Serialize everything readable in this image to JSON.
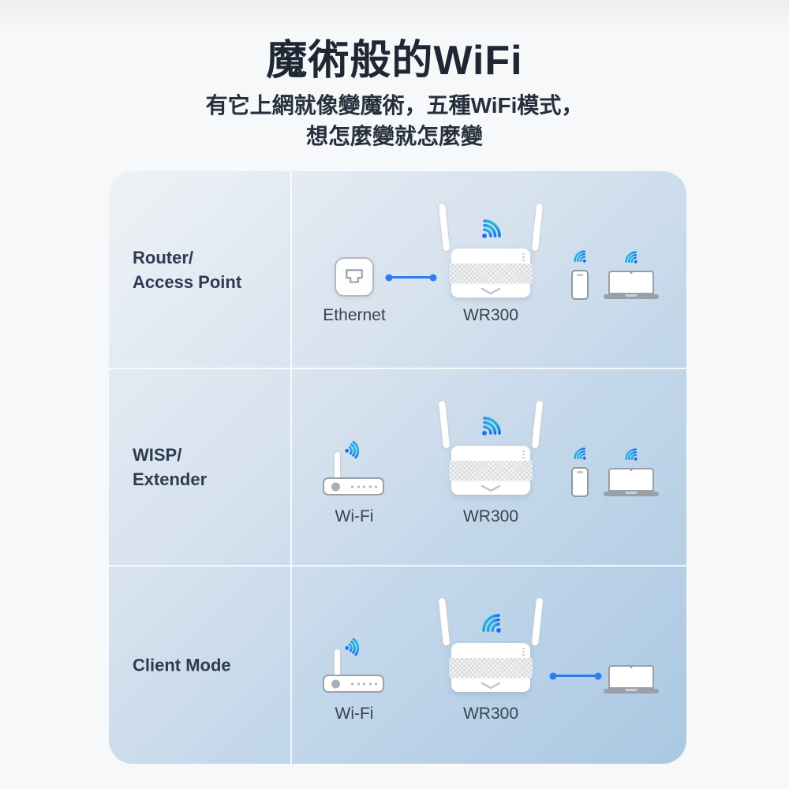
{
  "header": {
    "title": "魔術般的WiFi",
    "subtitle_lines": [
      "有它上網就像變魔術，五種WiFi模式，",
      "想怎麼變就怎麼變"
    ]
  },
  "table": {
    "rows": [
      {
        "mode_lines": [
          "Router/",
          "Access Point"
        ],
        "source_icon": "ethernet-jack-icon",
        "source_label": "Ethernet",
        "router_label": "WR300",
        "connection_in": "wired",
        "connection_out": "wireless",
        "clients": [
          "phone",
          "laptop"
        ]
      },
      {
        "mode_lines": [
          "WISP/",
          "Extender"
        ],
        "source_icon": "wifi-modem-icon",
        "source_label": "Wi-Fi",
        "router_label": "WR300",
        "connection_in": "wireless",
        "connection_out": "wireless",
        "clients": [
          "phone",
          "laptop"
        ]
      },
      {
        "mode_lines": [
          "Client Mode"
        ],
        "source_icon": "wifi-modem-icon",
        "source_label": "Wi-Fi",
        "router_label": "WR300",
        "connection_in": "wireless",
        "connection_out": "wired",
        "clients": [
          "laptop"
        ]
      }
    ]
  },
  "icons": {
    "wifi_signal": "wifi-arcs-with-dot",
    "ethernet_jack": "rj45-port-in-rounded-square",
    "wifi_modem": "modem-with-antenna-and-waves",
    "phone": "smartphone-outline",
    "laptop": "laptop-outline"
  },
  "colors": {
    "page_background": "#f6f7f9",
    "table_gradient_start": "#eef2f6",
    "table_gradient_end": "#aac8e2",
    "divider": "#ffffff",
    "title_text": "#1e2733",
    "mode_label_text": "#2d3c50",
    "caption_text": "#3a434e",
    "connector_blue": "#2e7bf0",
    "wifi_gradient_start": "#2cc3de",
    "wifi_gradient_end": "#1a70f0",
    "device_gray": "#99a0a7"
  }
}
